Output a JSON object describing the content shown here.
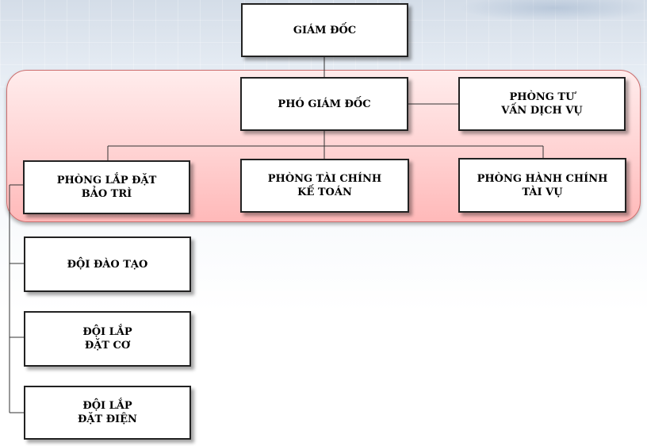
{
  "org_chart": {
    "director": "GIÁM ĐỐC",
    "deputy_director": "PHÓ GIÁM ĐỐC",
    "consulting": "PHÒNG TƯ\nVẤN DỊCH VỤ",
    "installation": "PHÒNG LẮP ĐẶT\nBẢO TRÌ",
    "finance": "PHÒNG TÀI CHÍNH\nKẾ TOÁN",
    "administration": "PHÒNG HÀNH CHÍNH\nTÀI VỤ",
    "training_team": "ĐỘI ĐÀO TẠO",
    "mechanical_team": "ĐỘI LẮP\nĐẶT CƠ",
    "electrical_team": "ĐỘI LẮP\nĐẶT ĐIỆN"
  },
  "colors": {
    "band_fill": "#ffd2d2",
    "box_border": "#222222"
  }
}
